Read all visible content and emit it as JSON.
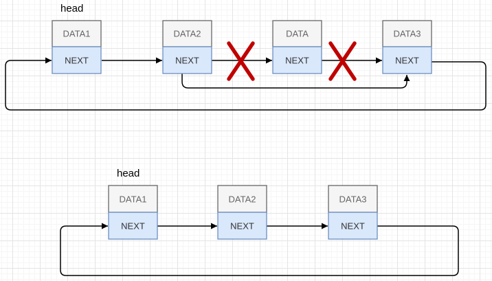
{
  "top_diagram": {
    "head_label": "head",
    "nodes": [
      {
        "data_label": "DATA1",
        "next_label": "NEXT"
      },
      {
        "data_label": "DATA2",
        "next_label": "NEXT"
      },
      {
        "data_label": "DATA",
        "next_label": "NEXT"
      },
      {
        "data_label": "DATA3",
        "next_label": "NEXT"
      }
    ]
  },
  "bottom_diagram": {
    "head_label": "head",
    "nodes": [
      {
        "data_label": "DATA1",
        "next_label": "NEXT"
      },
      {
        "data_label": "DATA2",
        "next_label": "NEXT"
      },
      {
        "data_label": "DATA3",
        "next_label": "NEXT"
      }
    ]
  },
  "colors": {
    "node_header_fill": "#f5f5f5",
    "node_header_stroke": "#666666",
    "node_header_text": "#666666",
    "next_fill": "#dae8fc",
    "next_stroke": "#6c8ebf",
    "next_text": "#333333",
    "arrow": "#000000",
    "delete_x": "#c00000",
    "head_text": "#000000"
  }
}
